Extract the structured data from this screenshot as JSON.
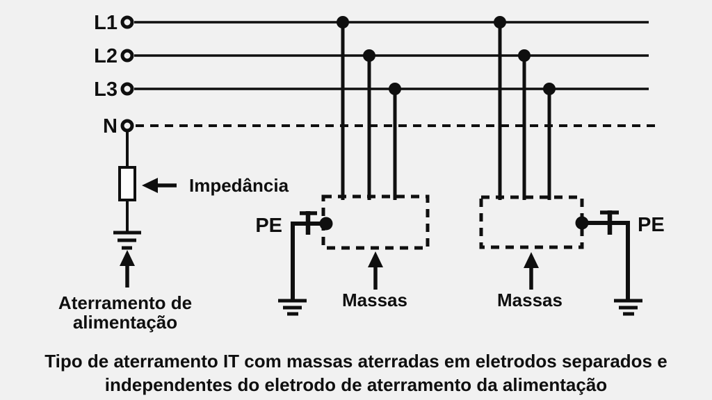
{
  "diagram": {
    "conductors": [
      {
        "label": "L1"
      },
      {
        "label": "L2"
      },
      {
        "label": "L3"
      },
      {
        "label": "N"
      }
    ],
    "impedance_label": "Impedância",
    "source_earth_label": {
      "line1": "Aterramento de",
      "line2": "alimentação"
    },
    "pe_left_label": "PE",
    "pe_right_label": "PE",
    "masses_left_label": "Massas",
    "masses_right_label": "Massas"
  },
  "caption": {
    "line1": "Tipo de aterramento IT com massas aterradas em eletrodos separados e",
    "line2": "independentes do eletrodo de aterramento da alimentação"
  },
  "colors": {
    "background": "#f1f1f1",
    "line": "#0f0f0f"
  }
}
